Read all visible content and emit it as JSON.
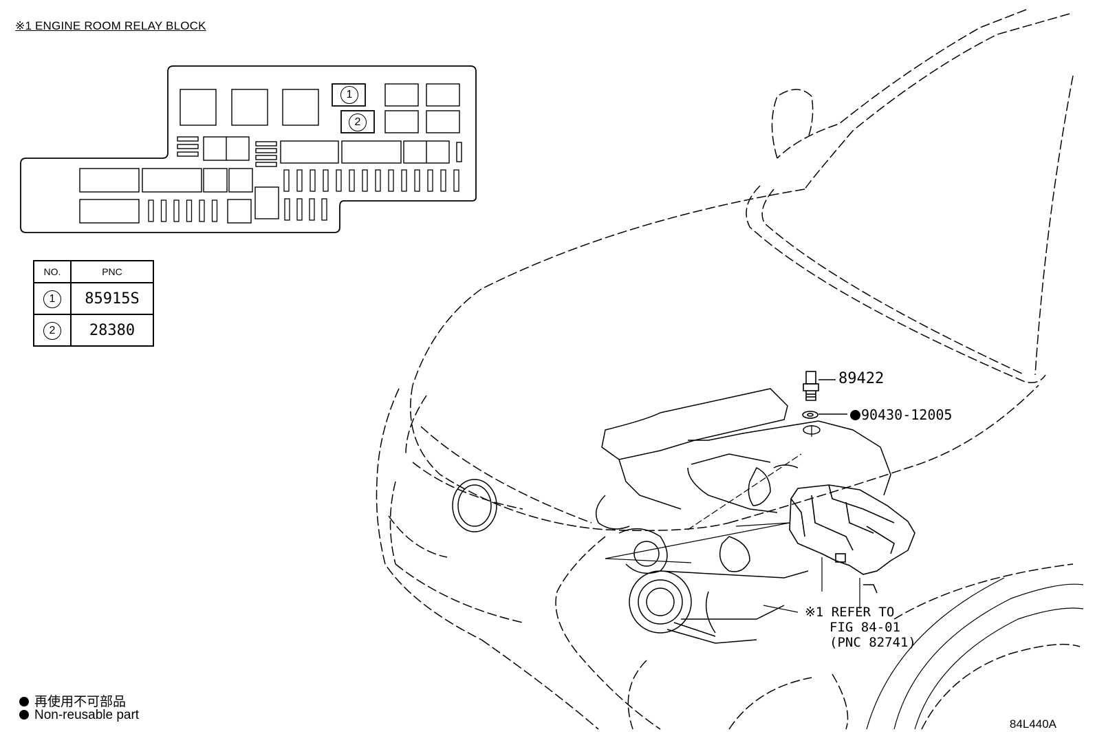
{
  "relay_block": {
    "title": "※1 ENGINE ROOM RELAY BLOCK",
    "callouts": [
      "1",
      "2"
    ]
  },
  "pnc_table": {
    "headers": [
      "NO.",
      "PNC"
    ],
    "rows": [
      {
        "no": "1",
        "pnc": "85915S"
      },
      {
        "no": "2",
        "pnc": "28380"
      }
    ]
  },
  "parts": {
    "sensor": "89422",
    "gasket": "90430-12005"
  },
  "reference": {
    "line1": "※1 REFER TO",
    "line2": "FIG 84-01",
    "line3": "(PNC 82741)"
  },
  "legend": {
    "line_jp": "再使用不可部品",
    "line_en": "Non-reusable part"
  },
  "figure_code": "84L440A"
}
